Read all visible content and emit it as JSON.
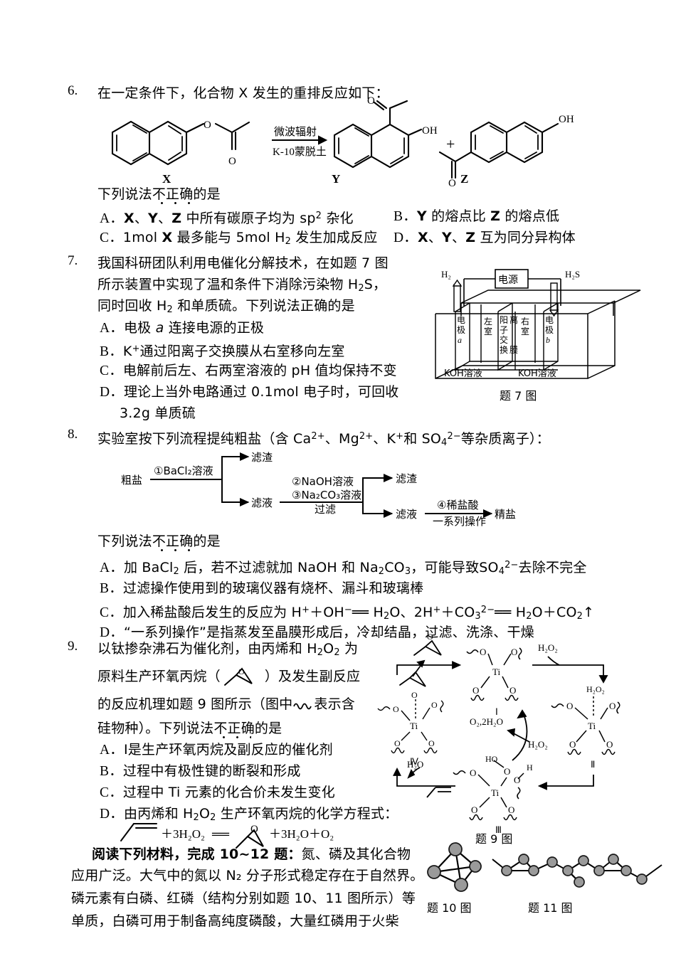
{
  "document": {
    "type": "chemistry-exam-page",
    "language": "zh-CN"
  },
  "q6": {
    "number": "6.",
    "stem": "在一定条件下，化合物 X 发生的重排反应如下：",
    "scheme": {
      "reagent_top": "微波辐射",
      "reagent_bottom": "K-10蒙脱土",
      "plus": "+",
      "label_x": "X",
      "label_y": "Y",
      "label_z": "Z",
      "oh": "OH",
      "o": "O"
    },
    "prompt_a": "下列说法",
    "prompt_b": "不正确",
    "prompt_c": "的是",
    "options": [
      {
        "key": "A．",
        "text_html": "<b>X</b>、<b>Y</b>、<b>Z</b> 中所有碳原子均为 sp<sup>2</sup> 杂化"
      },
      {
        "key": "B．",
        "text_html": "<b>Y</b> 的熔点比 <b>Z</b> 的熔点低"
      },
      {
        "key": "C．",
        "text_html": "1mol <b>X</b> 最多能与 5mol H<sub>2</sub> 发生加成反应"
      },
      {
        "key": "D．",
        "text_html": "<b>X</b>、<b>Y</b>、<b>Z</b> 互为同分异构体"
      }
    ]
  },
  "q7": {
    "number": "7.",
    "stem_lines": [
      "我国科研团队利用电催化分解技术，在如题 7 图",
      "所示装置中实现了温和条件下消除污染物 H<sub>2</sub>S，",
      "同时回收 H<sub>2</sub> 和单质硫。下列说法正确的是"
    ],
    "options": [
      {
        "key": "A．",
        "text_html": "电极 <i>a</i> 连接电源的正极"
      },
      {
        "key": "B．",
        "text_html": "K<sup>+</sup>通过阳离子交换膜从右室移向左室"
      },
      {
        "key": "C．",
        "text_html": "电解前后左、右两室溶液的 pH 值均保持不变"
      },
      {
        "key": "D．",
        "text_html": "理论上当外电路通过 0.1mol 电子时，可回收"
      },
      {
        "key": "",
        "text_html": "3.2g 单质硫"
      }
    ],
    "figure": {
      "caption": "题 7 图",
      "power_supply": "电源",
      "gas_left": "H₂",
      "gas_right": "H₂S",
      "electrode_a": "电极a",
      "chamber_left": "左室",
      "membrane": "阳离子交换膜",
      "chamber_right": "右室",
      "electrode_b": "电极b",
      "solution_left": "KOH溶液",
      "solution_right": "KOH溶液"
    }
  },
  "q8": {
    "number": "8.",
    "stem_html": "实验室按下列流程提纯粗盐（含 Ca<sup>2+</sup>、Mg<sup>2+</sup>、K<sup>+</sup>和 SO<sub>4</sub><sup>2−</sup>等杂质离子）：",
    "flow": {
      "start": "粗盐",
      "step1": "①BaCl₂溶液",
      "residue1": "滤渣",
      "filtrate1": "滤液",
      "step2": "②NaOH溶液",
      "step3": "③Na₂CO₃溶液",
      "step3b": "过滤",
      "residue2": "滤渣",
      "filtrate2": "滤液",
      "step4": "④稀盐酸",
      "step4b": "一系列操作",
      "product": "精盐"
    },
    "prompt_a": "下列说法",
    "prompt_b": "不正确",
    "prompt_c": "的是",
    "options": [
      {
        "key": "A．",
        "text_html": "加 BaCl<sub>2</sub> 后，若不过滤就加 NaOH 和 Na<sub>2</sub>CO<sub>3</sub>，可能导致SO<sub>4</sub><sup>2−</sup>去除不完全"
      },
      {
        "key": "B．",
        "text_html": "过滤操作使用到的玻璃仪器有烧杯、漏斗和玻璃棒"
      },
      {
        "key": "C．",
        "text_html": "加入稀盐酸后发生的反应为 H<sup>+</sup>＋OH<sup>−</sup>══ H<sub>2</sub>O、2H<sup>+</sup>＋CO<sub>3</sub><sup>2−</sup>══ H<sub>2</sub>O＋CO<sub>2</sub>↑"
      },
      {
        "key": "D．",
        "text_html": "“一系列操作”是指蒸发至晶膜形成后，冷却结晶，过滤、洗涤、干燥"
      }
    ]
  },
  "q9": {
    "number": "9.",
    "stem_l1_a": "以钛掺杂沸石为催化剂，由丙烯和 H",
    "stem_l1_sub": "2",
    "stem_l1_b": "O",
    "stem_l1_sub2": "2",
    "stem_l1_c": " 为",
    "stem_l2_a": "原料生产环氧丙烷（",
    "stem_l2_b": "）及发生副反应",
    "stem_l3_a": "的反应机理如题 9 图所示（图中",
    "stem_l3_b": "表示含",
    "stem_l4_a": "硅物种）。下列说法",
    "stem_l4_b": "不正确",
    "stem_l4_c": "的是",
    "options": [
      {
        "key": "A．",
        "text_html": "Ⅰ是生产环氧丙烷及副反应的催化剂"
      },
      {
        "key": "B．",
        "text_html": "过程中有极性键的断裂和形成"
      },
      {
        "key": "C．",
        "text_html": "过程中 Ti 元素的化合价未发生变化"
      },
      {
        "key": "D．",
        "text_html": "由丙烯和 H<sub>2</sub>O<sub>2</sub> 生产环氧丙烷的化学方程式："
      }
    ],
    "equation": {
      "term1": "＋3H₂O₂",
      "equals": "══",
      "term3": "＋3H₂O＋O₂"
    },
    "figure": {
      "caption": "题 9 图",
      "species_I": "Ⅰ",
      "species_II": "Ⅱ",
      "species_III": "Ⅲ",
      "species_IV": "Ⅳ",
      "reagent_h2o2_top": "H₂O₂",
      "reagent_h2o2_mid": "H₂O₂",
      "reagent_h2o2_right": "H₂O₂",
      "byproduct": "O₂,2H₂O",
      "water": "H₂O",
      "atom_ti": "Ti",
      "atom_o": "O",
      "atom_h": "H",
      "atom_ho": "HO"
    }
  },
  "reading": {
    "heading": "阅读下列材料，完成 10~12 题：",
    "line1_rest": "氮、磷及其化合物",
    "line2": "应用广泛。大气中的氮以 N₂ 分子形式稳定存在于自然界。",
    "line3": "磷元素有白磷、红磷（结构分别如题 10、11 图所示）等",
    "line4": "单质，白磷可用于制备高纯度磷酸，大量红磷用于火柴",
    "fig10_caption": "题 10 图",
    "fig11_caption": "题 11 图"
  },
  "colors": {
    "ink": "#000000",
    "paper": "#ffffff",
    "atom_fill": "#9a9a9a",
    "atom_stroke": "#1a1a1a"
  }
}
